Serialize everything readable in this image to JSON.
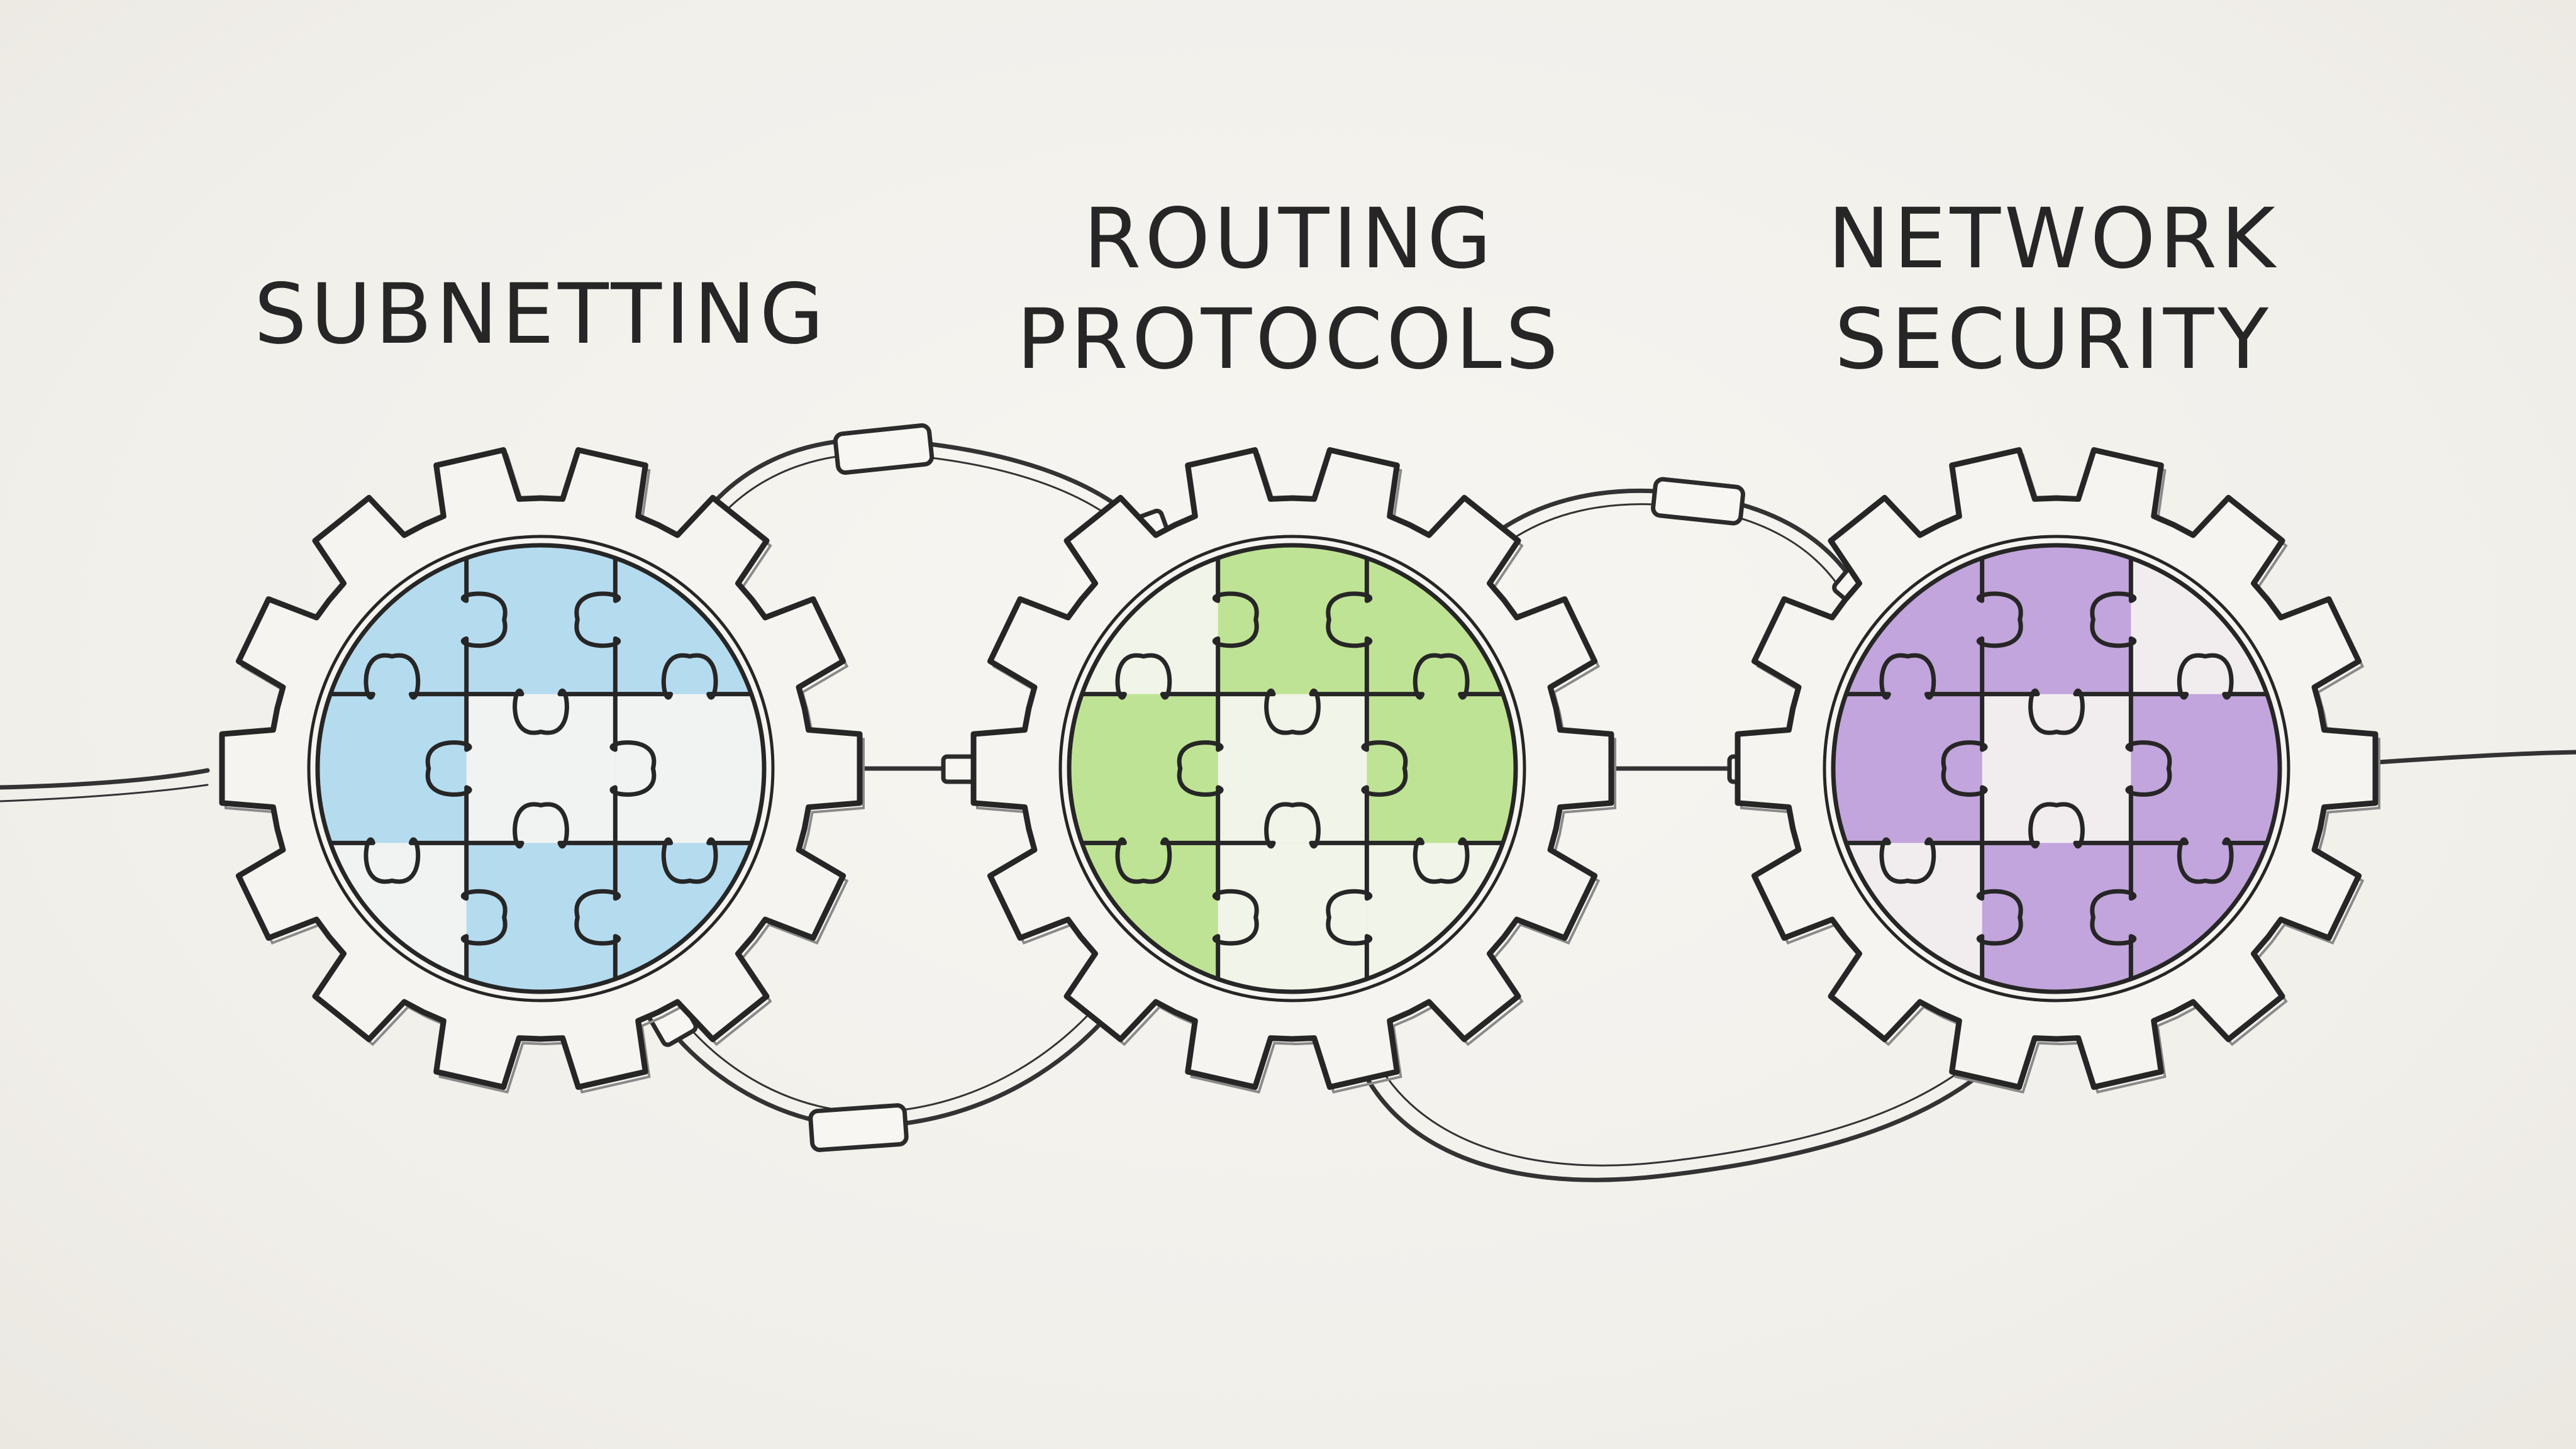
{
  "labels": {
    "gear1_line1": "SUBNETTING",
    "gear2_line1": "ROUTING",
    "gear2_line2": "PROTOCOLS",
    "gear3_line1": "NETWORK",
    "gear3_line2": "SECURITY"
  },
  "colors": {
    "background": "#f3f1ec",
    "ink": "#262626",
    "gear1_fill": "#a9d6ee",
    "gear2_fill": "#b5df84",
    "gear3_fill": "#b896d8",
    "gear_body": "#f5f4f0"
  },
  "icons": {
    "gear": "gear-icon",
    "puzzle": "puzzle-piece-icon",
    "cable": "network-cable-icon",
    "connector": "rj45-connector-icon"
  }
}
